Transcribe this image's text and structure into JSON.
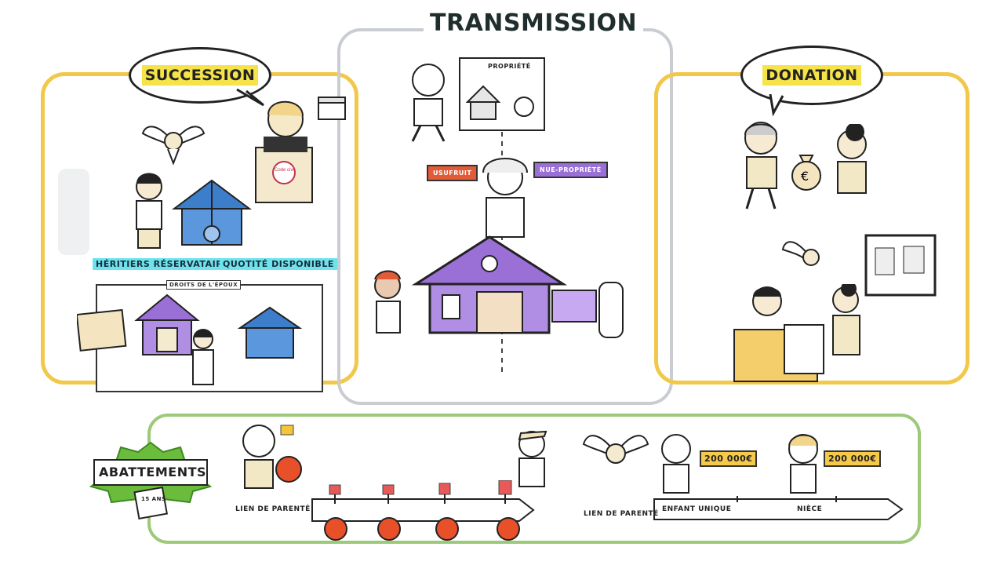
{
  "title": "TRANSMISSION",
  "succession": {
    "heading": "SUCCESSION",
    "label_left": "HÉRITIERS RÉSERVATAIRES",
    "label_right": "QUOTITÉ DISPONIBLE",
    "box_caption": "DROITS DE L'ÉPOUX",
    "book_text": "Code civil"
  },
  "center": {
    "board_label": "PROPRIÉTÉ",
    "sign_left": "USUFRUIT",
    "sign_right": "NUE-PROPRIÉTÉ"
  },
  "donation": {
    "heading": "DONATION"
  },
  "abattements": {
    "badge": "ABATTEMENTS",
    "calendar_text": "15 ANS",
    "lien_label_1": "LIEN DE PARENTÉ",
    "lien_label_2": "LIEN DE PARENTÉ",
    "axis2_left": "ENFANT UNIQUE",
    "axis2_right": "NIÈCE",
    "amount_1": "200 000€",
    "amount_2": "200 000€"
  },
  "colors": {
    "yellow_frame": "#f2c84b",
    "gray_frame": "#c9cdd2",
    "green_frame": "#9cc97a",
    "house_blue": "#3d7ecb",
    "house_purple": "#9a6fd6",
    "sign_orange": "#e25a36",
    "money_bag": "#e8502a"
  }
}
